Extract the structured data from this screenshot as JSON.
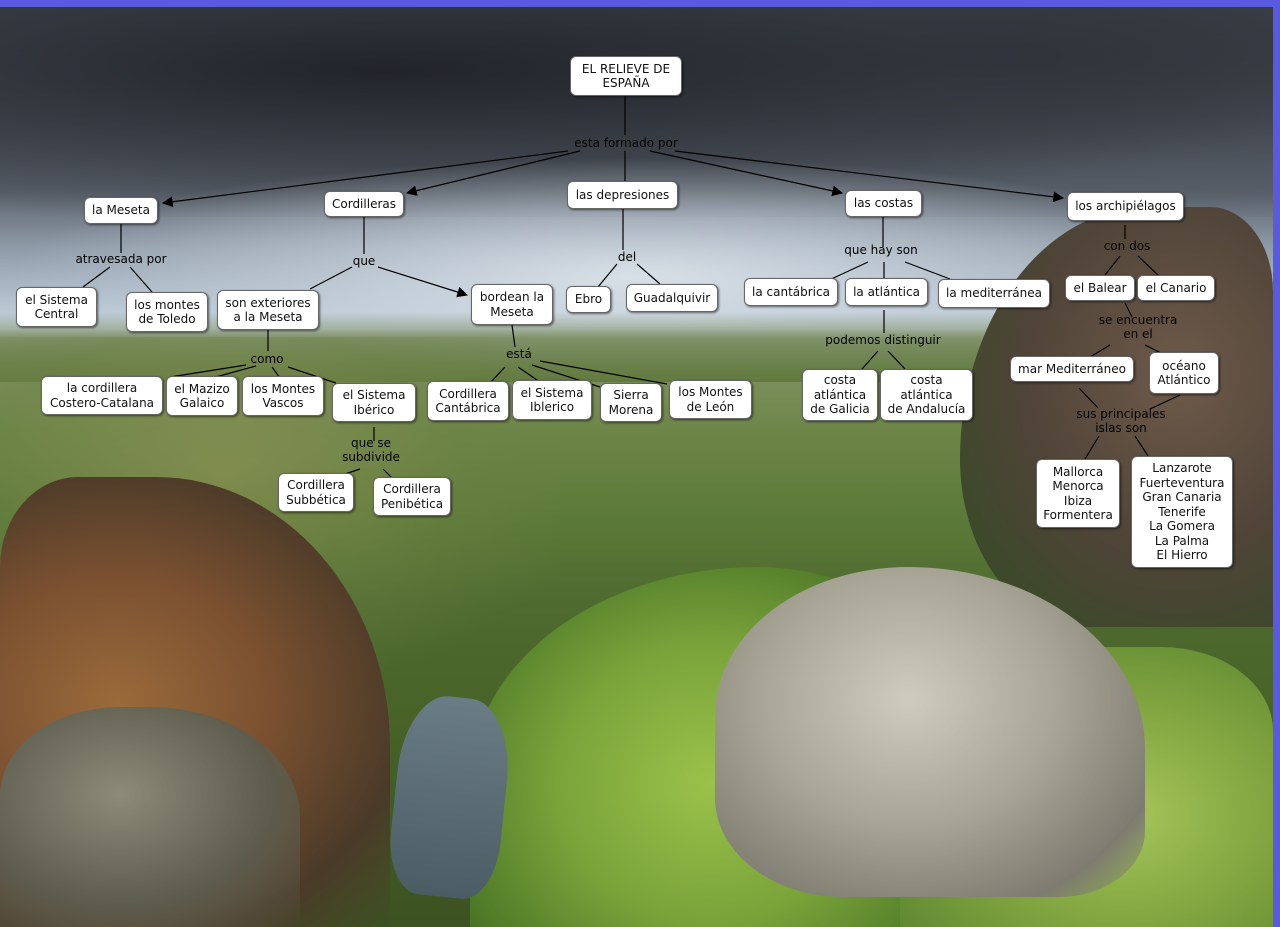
{
  "nodes": {
    "root": "EL RELIEVE DE\nESPAÑA",
    "meseta": "la Meseta",
    "cordilleras": "Cordilleras",
    "depresiones": "las depresiones",
    "costas": "las costas",
    "archipielagos": "los archipiélagos",
    "sistema_central": "el Sistema\nCentral",
    "montes_toledo": "los montes\nde Toledo",
    "exteriores": "son exteriores\na la Meseta",
    "bordean": "bordean la\nMeseta",
    "ebro": "Ebro",
    "guadalquivir": "Guadalquivir",
    "cantabrica": "la cantábrica",
    "atlantica": "la atlántica",
    "mediterranea": "la mediterránea",
    "balear": "el Balear",
    "canario": "el Canario",
    "costero_catalana": "la cordillera\nCostero-Catalana",
    "mazizo_galaico": "el Mazizo\nGalaico",
    "montes_vascos": "los Montes\nVascos",
    "sistema_iberico": "el Sistema\nIbérico",
    "cordillera_cantabrica": "Cordillera\nCantábrica",
    "sistema_iblerico": "el Sistema\nIblerico",
    "sierra_morena": "Sierra\nMorena",
    "montes_leon": "los Montes\nde León",
    "costa_galicia": "costa\natlántica\nde Galicia",
    "costa_andalucia": "costa\natlántica\nde Andalucía",
    "mar_mediterraneo": "mar Mediterráneo",
    "oceano_atlantico": "océano\nAtlántico",
    "subbetica": "Cordillera\nSubbética",
    "penibetica": "Cordillera\nPenibética",
    "islas_baleares": "Mallorca\nMenorca\nIbiza\nFormentera",
    "islas_canarias": "Lanzarote\nFuerteventura\nGran Canaria\nTenerife\nLa Gomera\nLa Palma\nEl Hierro"
  },
  "links": {
    "formado": "esta formado por",
    "atravesada": "atravesada por",
    "que": "que",
    "del": "del",
    "hay_son": "que hay son",
    "con_dos": "con dos",
    "encuentra": "se encuentra\nen el",
    "distinguir": "podemos distinguir",
    "como": "como",
    "esta": "está",
    "subdivide": "que se\nsubdivide",
    "principales": "sus principales\nislas son"
  }
}
